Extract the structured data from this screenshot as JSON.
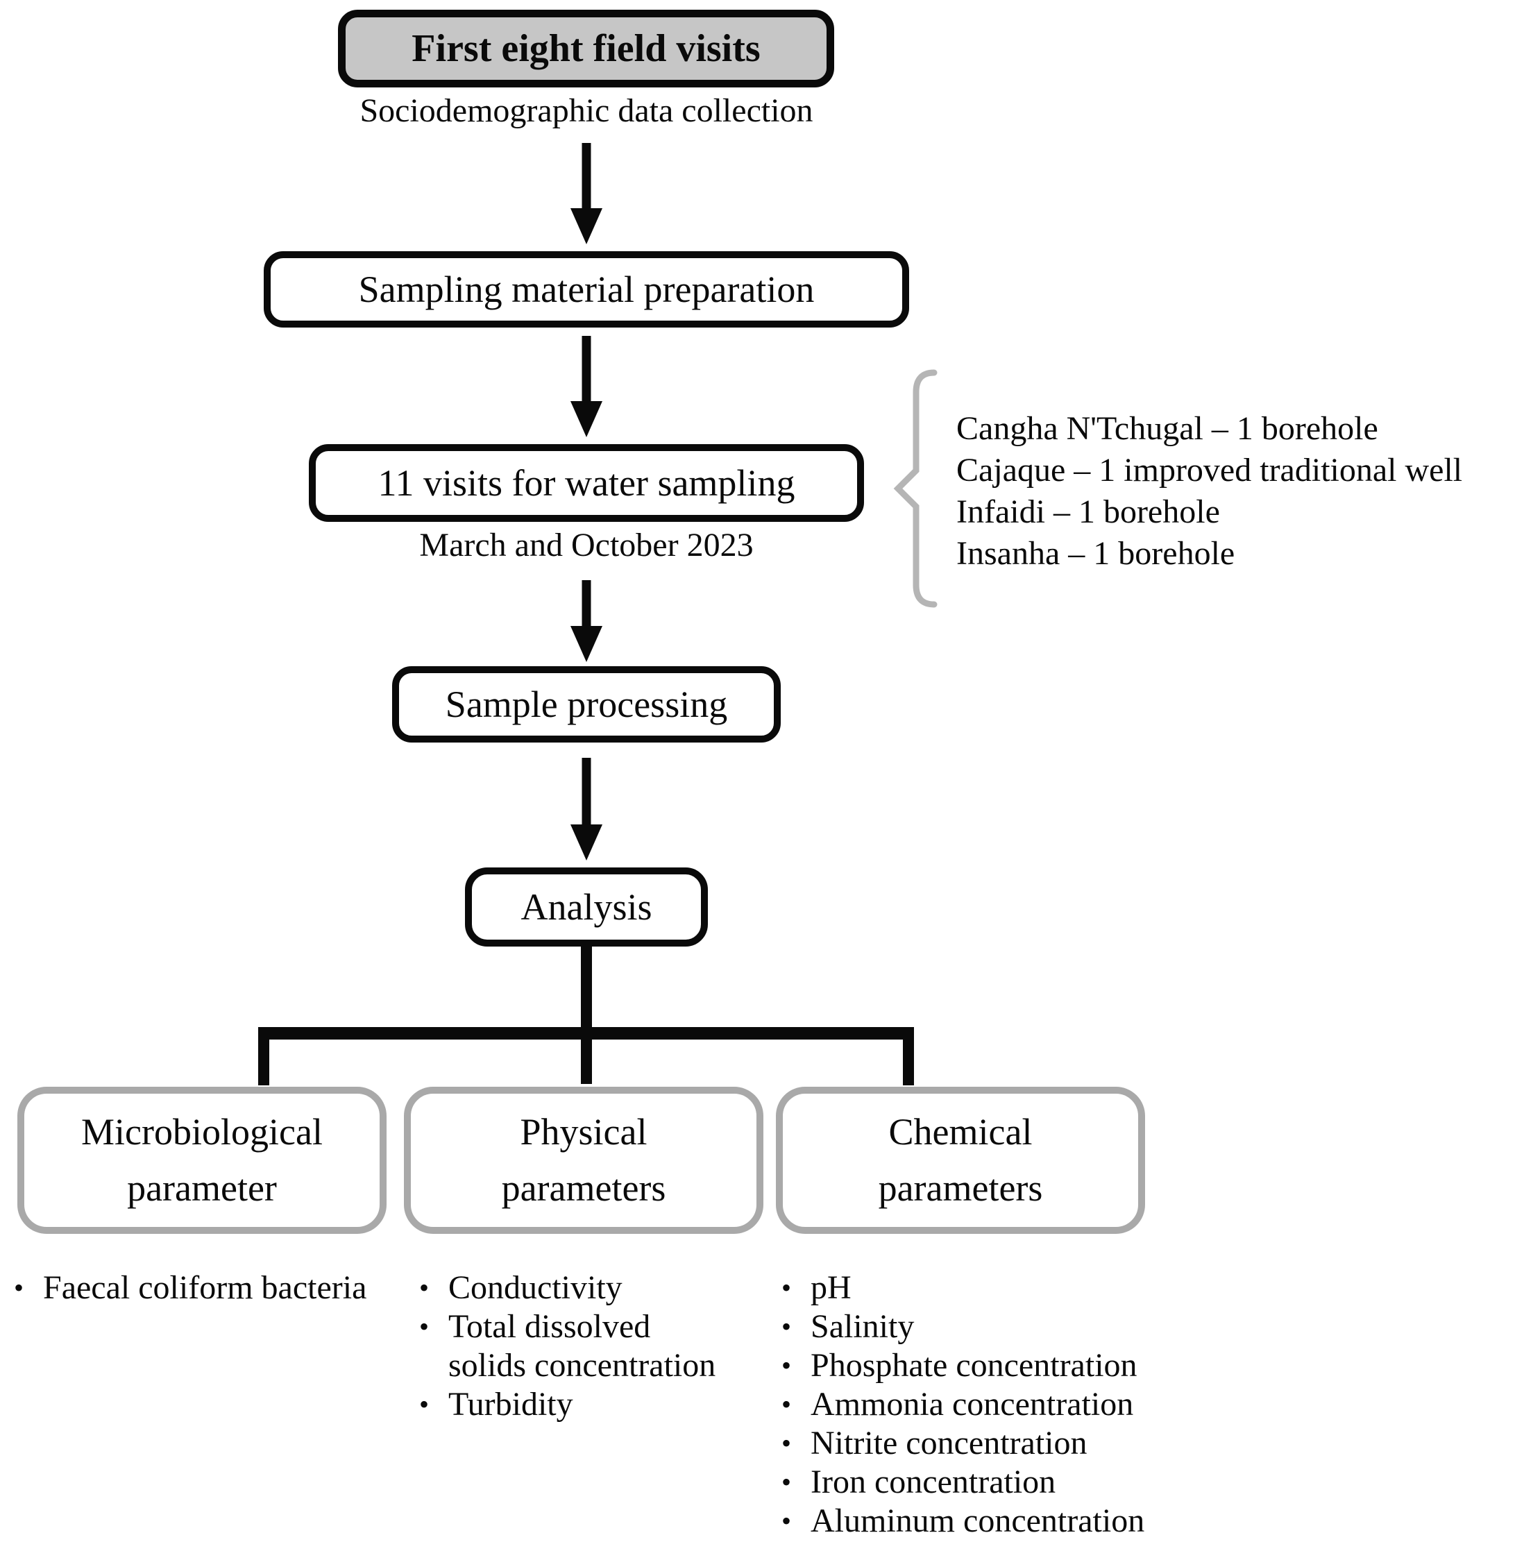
{
  "colors": {
    "box_fill_gray": "#c6c6c6",
    "line_black": "#0a0a0a",
    "branch_border_gray": "#a9a9a9",
    "brace_gray": "#b5b5b5"
  },
  "flow": {
    "step1": {
      "label": "First eight field visits",
      "caption": "Sociodemographic data collection"
    },
    "step2": {
      "label": "Sampling material preparation"
    },
    "step3": {
      "label": "11 visits for water sampling",
      "caption": "March and October 2023"
    },
    "step4": {
      "label": "Sample processing"
    },
    "step5": {
      "label": "Analysis"
    }
  },
  "locations": {
    "items": [
      "Cangha N'Tchugal – 1 borehole",
      "Cajaque – 1 improved traditional well",
      "Infaidi – 1 borehole",
      "Insanha – 1 borehole"
    ]
  },
  "branches": {
    "microbiological": {
      "title": "Microbiological\nparameter",
      "items": [
        "Faecal coliform bacteria"
      ]
    },
    "physical": {
      "title": "Physical\nparameters",
      "items": [
        "Conductivity",
        "Total dissolved\nsolids concentration",
        "Turbidity"
      ]
    },
    "chemical": {
      "title": "Chemical\nparameters",
      "items": [
        "pH",
        "Salinity",
        "Phosphate concentration",
        "Ammonia concentration",
        "Nitrite concentration",
        "Iron concentration",
        "Aluminum concentration"
      ]
    }
  }
}
